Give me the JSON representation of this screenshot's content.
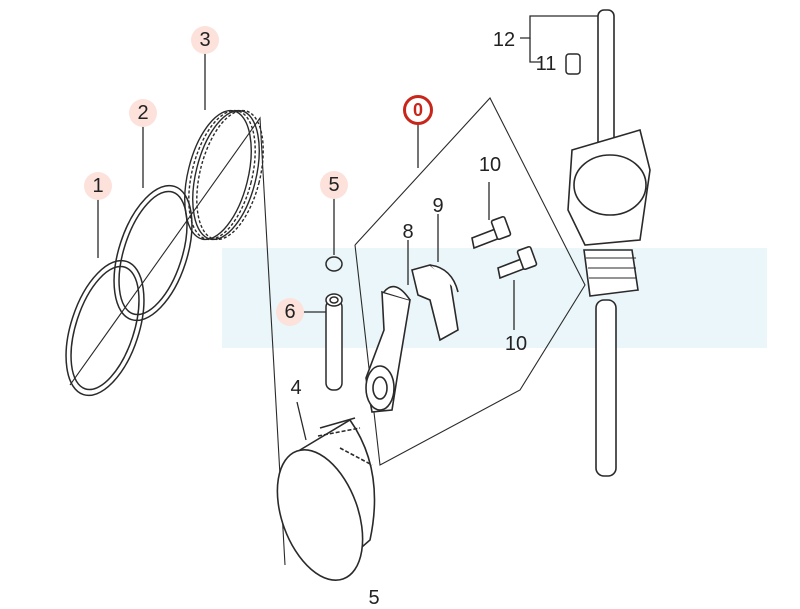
{
  "diagram": {
    "parts": [
      {
        "id": "ring-1",
        "number": "1",
        "highlighted": true
      },
      {
        "id": "ring-2",
        "number": "2",
        "highlighted": true
      },
      {
        "id": "ring-set-3",
        "number": "3",
        "highlighted": true
      },
      {
        "id": "piston-4",
        "number": "4",
        "highlighted": false
      },
      {
        "id": "clip-5-top",
        "number": "5",
        "highlighted": true
      },
      {
        "id": "clip-5-bottom",
        "number": "5",
        "highlighted": false
      },
      {
        "id": "pin-6",
        "number": "6",
        "highlighted": true
      },
      {
        "id": "conrod-7",
        "number": "0",
        "highlighted": true
      },
      {
        "id": "rod-8",
        "number": "8",
        "highlighted": false
      },
      {
        "id": "cap-9",
        "number": "9",
        "highlighted": false
      },
      {
        "id": "bolt-10-top",
        "number": "10",
        "highlighted": false
      },
      {
        "id": "bolt-10-bottom",
        "number": "10",
        "highlighted": false
      },
      {
        "id": "key-11",
        "number": "11",
        "highlighted": false
      },
      {
        "id": "crank-12",
        "number": "12",
        "highlighted": false
      }
    ],
    "colors": {
      "line": "#2a2a2a",
      "highlight_bg": "#fde1db",
      "callout_red": "#c8261b",
      "watermark": "#cfeaf4"
    }
  }
}
